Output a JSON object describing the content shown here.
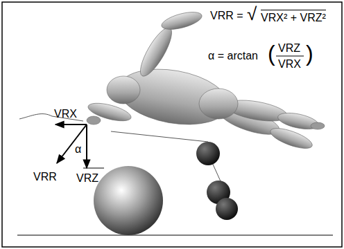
{
  "diagram": {
    "labels": [
      "VRR =",
      "√",
      "VRX² + VRZ²",
      "α = arctan",
      "(",
      "VRZ",
      "VRX",
      ")",
      "VRX",
      "VRR",
      "VRZ",
      "α"
    ]
  }
}
